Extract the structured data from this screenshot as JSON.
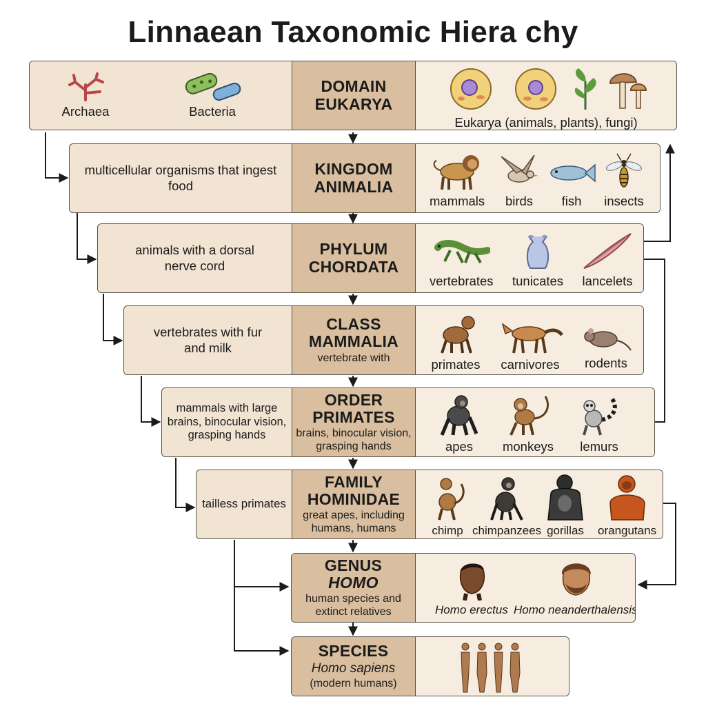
{
  "title": "Linnaean Taxonomic Hiera chy",
  "domain": {
    "rank": "DOMAIN",
    "name": "EUKARYA",
    "left_items": [
      {
        "label": "Archaea",
        "icon": "archaea-icon"
      },
      {
        "label": "Bacteria",
        "icon": "bacteria-icon"
      }
    ],
    "example_caption": "Eukarya (animals, plants), fungi)",
    "example_icons": [
      "animal-cell-icon",
      "plant-cell-icon",
      "plant-sprout-icon",
      "mushroom-icon"
    ]
  },
  "kingdom": {
    "rank": "KINGDOM",
    "name": "ANIMALIA",
    "description": "multicellular organisms that ingest food",
    "examples": [
      {
        "label": "mammals",
        "icon": "lion-icon"
      },
      {
        "label": "birds",
        "icon": "bird-icon"
      },
      {
        "label": "fish",
        "icon": "fish-icon"
      },
      {
        "label": "insects",
        "icon": "insect-icon"
      }
    ]
  },
  "phylum": {
    "rank": "PHYLUM",
    "name": "CHORDATA",
    "description": "animals with a dorsal nerve cord",
    "examples": [
      {
        "label": "vertebrates",
        "icon": "lizard-icon"
      },
      {
        "label": "tunicates",
        "icon": "tunicate-icon"
      },
      {
        "label": "lancelets",
        "icon": "lancelet-icon"
      }
    ]
  },
  "class": {
    "rank": "CLASS",
    "name": "MAMMALIA",
    "sub": "vertebrate with",
    "description": "vertebrates with fur and milk",
    "examples": [
      {
        "label": "primates",
        "icon": "primate-icon"
      },
      {
        "label": "carnivores",
        "icon": "carnivore-icon"
      },
      {
        "label": "rodents",
        "icon": "rodent-icon"
      }
    ]
  },
  "order": {
    "rank": "ORDER",
    "name": "PRIMATES",
    "sub": "brains, binocular vision, grasping hands",
    "description": "mammals with large brains, binocular vision, grasping hands",
    "examples": [
      {
        "label": "apes",
        "icon": "ape-icon"
      },
      {
        "label": "monkeys",
        "icon": "monkey-icon"
      },
      {
        "label": "lemurs",
        "icon": "lemur-icon"
      }
    ]
  },
  "family": {
    "rank": "FAMILY",
    "name": "HOMINIDAE",
    "sub": "great apes, including humans, humans",
    "description": "tailless primates",
    "examples": [
      {
        "label": "chimp",
        "icon": "chimp-icon"
      },
      {
        "label": "chimpanzees",
        "icon": "chimpanzee-icon"
      },
      {
        "label": "gorillas",
        "icon": "gorilla-icon"
      },
      {
        "label": "orangutans",
        "icon": "orangutan-icon"
      }
    ]
  },
  "genus": {
    "rank": "GENUS",
    "name": "HOMO",
    "sub": "human species and extinct relatives",
    "examples": [
      {
        "label": "Homo erectus",
        "icon": "homo-erectus-head-icon"
      },
      {
        "label": "Homo neanderthalensis",
        "icon": "neanderthal-head-icon"
      }
    ]
  },
  "species": {
    "rank": "SPECIES",
    "name": "Homo sapiens",
    "sub": "(modern humans)",
    "icon": "human-figures-icon"
  },
  "colors": {
    "row_fill": "#f2e4d2",
    "rank_fill": "#d9bf9f",
    "example_fill": "#f6ecdf",
    "border": "#5a5248",
    "arrow": "#1b1b1b"
  }
}
